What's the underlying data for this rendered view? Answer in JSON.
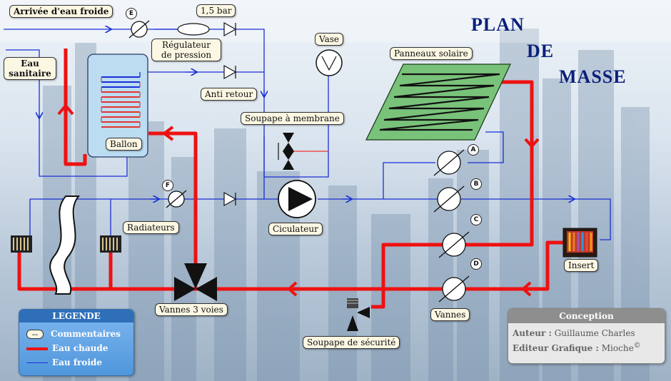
{
  "title": {
    "line1": "PLAN",
    "line2": "DE",
    "line3": "MASSE"
  },
  "labels": {
    "arrivee_eau_froide": "Arrivée d'eau froide",
    "pressure": "1,5 bar",
    "regulateur_line1": "Régulateur",
    "regulateur_line2": "de pression",
    "eau_sanitaire_line1": "Eau",
    "eau_sanitaire_line2": "sanitaire",
    "anti_retour": "Anti retour",
    "vase": "Vase",
    "soupape_membrane": "Soupape à membrane",
    "ballon": "Ballon",
    "panneaux_solaire": "Panneaux solaire",
    "radiateurs": "Radiateurs",
    "circulateur": "Ciculateur",
    "insert": "Insert",
    "vannes_3_voies": "Vannes 3 voies",
    "vannes": "Vannes",
    "soupape_securite": "Soupape de sécurité"
  },
  "valve_tags": [
    "E",
    "F",
    "A",
    "B",
    "C",
    "D"
  ],
  "legend": {
    "title": "LEGENDE",
    "items": [
      {
        "label": "Commentaires",
        "symbol": "comment-bubble"
      },
      {
        "label": "Eau chaude",
        "color": "#ee1111"
      },
      {
        "label": "Eau froide",
        "color": "#1a2fd6"
      }
    ],
    "comment_symbol_text": "..."
  },
  "conception": {
    "title": "Conception",
    "auteur_label": "Auteur :",
    "auteur_value": "Guillaume Charles",
    "editeur_label": "Editeur Grafique :",
    "editeur_value": "Mioche",
    "copyright": "©"
  },
  "colors": {
    "hot": "#ee1111",
    "cold": "#1a2fd6",
    "title": "#0b1f7a",
    "panel": "#79c27a"
  }
}
